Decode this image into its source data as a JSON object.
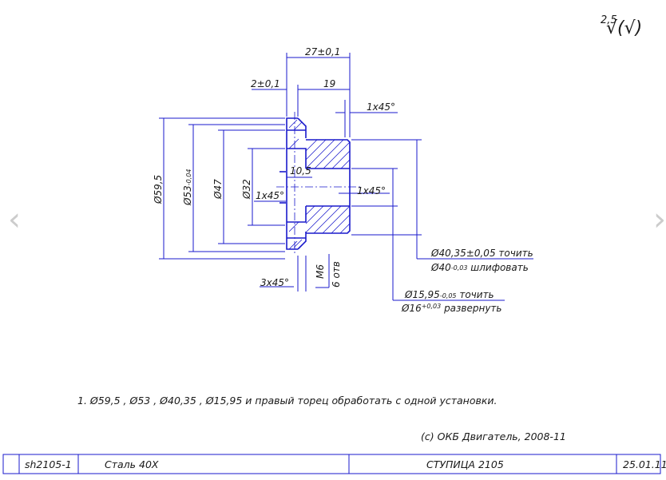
{
  "roughness": {
    "value": "2,5",
    "symbol": "√(√)"
  },
  "dimensions": {
    "total_length": "27±0,1",
    "flange_thickness": "2±0,1",
    "hub_length": "19",
    "chamfer_right": "1x45°",
    "chamfer_bore_left": "1x45°",
    "chamfer_bore_right": "1x45°",
    "chamfer_flange": "3x45°",
    "step_depth": "10,5",
    "d_59_5": "Ø59,5",
    "d_53": "Ø53",
    "d_53_tol": "-0,04",
    "d_47": "Ø47",
    "d_32": "Ø32",
    "thread": "M6",
    "holes": "6 отв",
    "hub_dia_turn_main": "Ø40,35±0,05",
    "hub_dia_turn_op": "точить",
    "hub_dia_grind_main": "Ø40",
    "hub_dia_grind_tol": "-0,03",
    "hub_dia_grind_op": "шлифовать",
    "bore_turn_main": "Ø15,95",
    "bore_turn_tol": "-0,05",
    "bore_turn_op": "точить",
    "bore_ream_main": "Ø16",
    "bore_ream_tol": "+0,03",
    "bore_ream_op": "развернуть"
  },
  "note": "1. Ø59,5 , Ø53 , Ø40,35 , Ø15,95 и правый торец обработать с одной установки.",
  "copyright": "(с) ОКБ Двигатель, 2008-11",
  "title_block": {
    "drawing_no": "sh2105-1",
    "material": "Сталь 40Х",
    "part_name": "СТУПИЦА 2105",
    "date": "25.01.11"
  },
  "nav": {
    "prev": "‹",
    "next": "›"
  },
  "colors": {
    "dimension": "#1a1acc",
    "text": "#1a1a1a",
    "nav": "#cccccc"
  }
}
